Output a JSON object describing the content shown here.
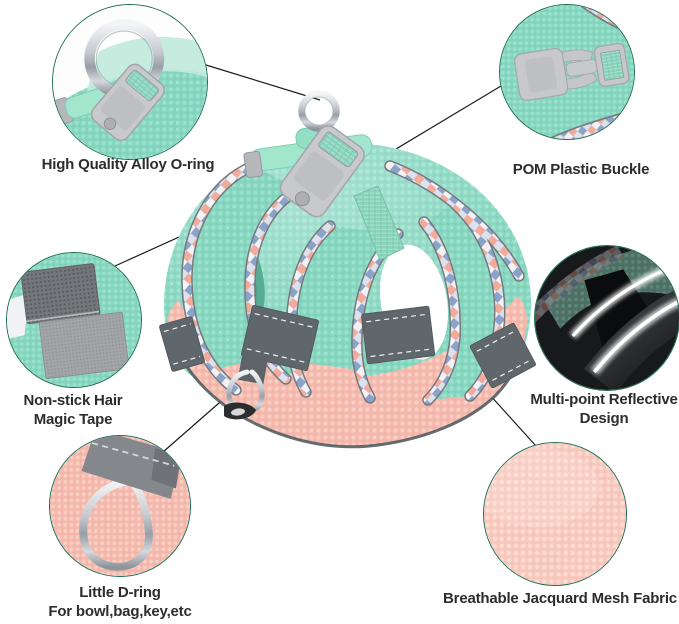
{
  "infographic": {
    "subject": "pet harness product feature callouts",
    "callouts": {
      "oring": {
        "label": "High Quality Alloy O-ring"
      },
      "buckle": {
        "label": "POM Plastic Buckle"
      },
      "magic_tape": {
        "line1": "Non-stick Hair",
        "line2": "Magic Tape"
      },
      "reflective": {
        "line1": "Multi-point Reflective",
        "line2": "Design"
      },
      "dring": {
        "line1": "Little D-ring",
        "line2": "For bowl,bag,key,etc"
      },
      "mesh_fabric": {
        "label": "Breathable Jacquard Mesh Fabric"
      }
    },
    "colors": {
      "background": "#ffffff",
      "circle_border_green": "#1f6f55",
      "connector_line": "#1c1c1c",
      "label_text": "#2d2d2d",
      "mint_mesh": "#85d5bf",
      "pink_mesh": "#f4b8ad",
      "plastic_gray": "#c8c9cb",
      "reflective_gray": "#60676c",
      "silver_metal": "#c6cad0",
      "plaid_blue": "#8ba3c9",
      "plaid_pink": "#f0ab9d"
    }
  }
}
